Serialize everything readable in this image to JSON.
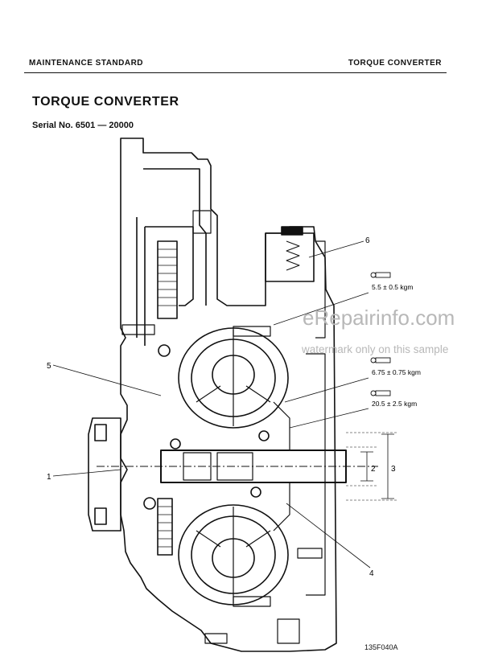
{
  "header": {
    "left": "MAINTENANCE  STANDARD",
    "right": "TORQUE  CONVERTER"
  },
  "page": {
    "title": "TORQUE  CONVERTER",
    "serial": "Serial No. 6501  —  20000",
    "figure_id": "135F040A"
  },
  "callouts": {
    "c1": "1",
    "c2": "2",
    "c3": "3",
    "c4": "4",
    "c5": "5",
    "c6": "6"
  },
  "torques": {
    "unit": "kgm",
    "t1": "5.5 ± 0.5 kgm",
    "t2": "6.75 ± 0.75 kgm",
    "t3": "20.5 ± 2.5 kgm"
  },
  "watermark": {
    "site": "eRepairinfo.com",
    "note": "watermark only on this sample"
  }
}
